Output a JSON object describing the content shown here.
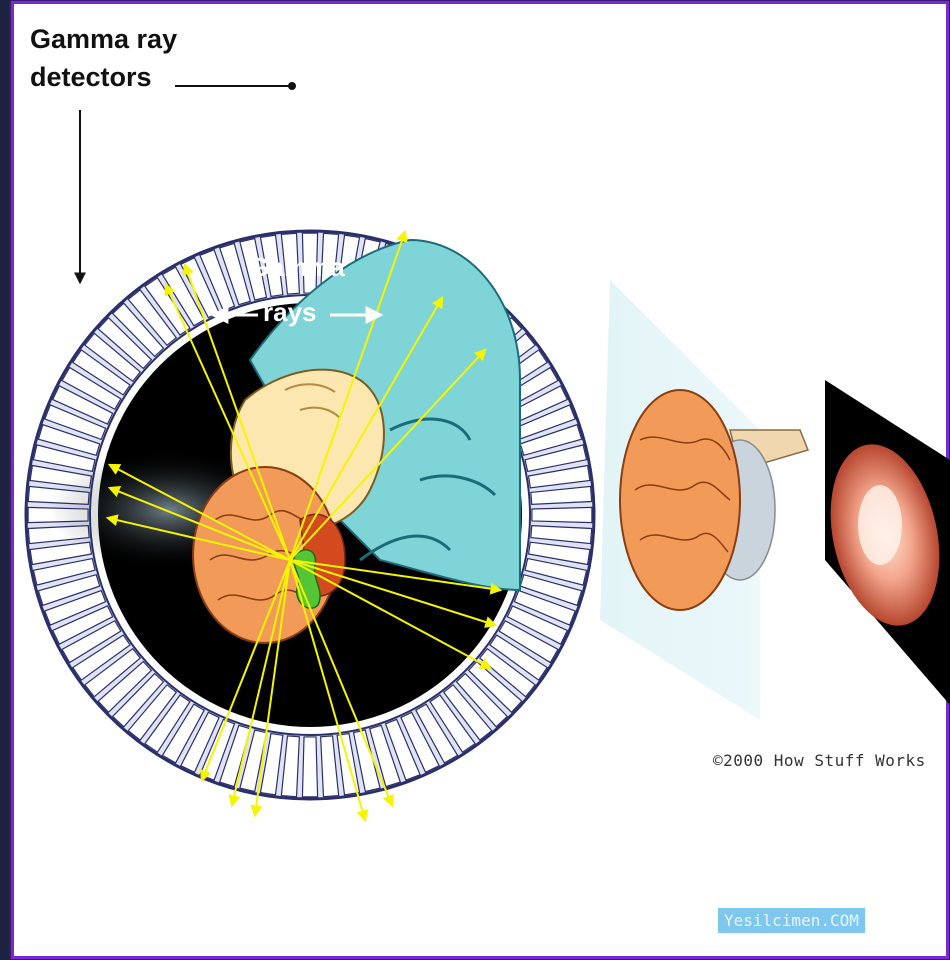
{
  "labels": {
    "detectors_line1": "Gamma ray",
    "detectors_line2": "detectors",
    "gamma_line1": "Gamma",
    "gamma_line2": "rays"
  },
  "copyright": "©2000 How Stuff Works",
  "watermark": "Yesilcimen.COM",
  "colors": {
    "frame_border": "#7a2bd0",
    "background": "#1c2240",
    "ring": "#d7dcf0",
    "ray": "#f5f500",
    "sheet": "#7fd4d8"
  }
}
